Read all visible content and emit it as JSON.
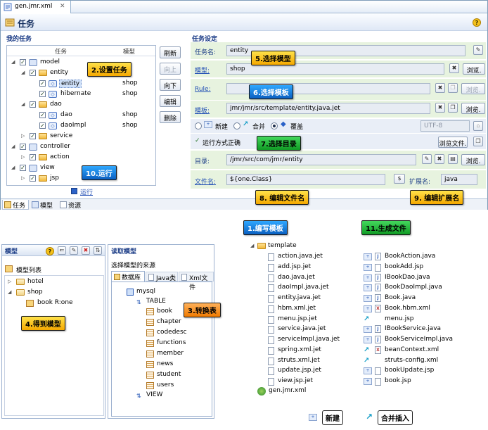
{
  "editor": {
    "tab_title": "gen.jmr.xml",
    "title": "任务",
    "left_section": "我的任务",
    "right_section": "任务设定",
    "help": "?"
  },
  "task_tree": {
    "col_task": "任务",
    "col_model": "模型",
    "rows": [
      {
        "label": "model",
        "model": ""
      },
      {
        "label": "entity",
        "model": ""
      },
      {
        "label": "entity",
        "model": "shop"
      },
      {
        "label": "hibernate",
        "model": "shop"
      },
      {
        "label": "dao",
        "model": ""
      },
      {
        "label": "dao",
        "model": "shop"
      },
      {
        "label": "daoImpl",
        "model": "shop"
      },
      {
        "label": "service",
        "model": ""
      },
      {
        "label": "controller",
        "model": ""
      },
      {
        "label": "action",
        "model": ""
      },
      {
        "label": "view",
        "model": ""
      },
      {
        "label": "jsp",
        "model": ""
      }
    ],
    "check": "✓"
  },
  "task_buttons": {
    "refresh": "刷新",
    "up": "向上",
    "down": "向下",
    "edit": "编辑",
    "delete": "删除"
  },
  "run_link": "运行",
  "settings": {
    "task_name_label": "任务名:",
    "task_name_value": "entity",
    "model_label": "模型:",
    "model_value": "shop",
    "browse": "浏览.",
    "rule_label": "Rule:",
    "rule_value": "",
    "template_label": "模板:",
    "template_value": "jmr/jmr/src/template/entity.java.jet",
    "mode_new": "新建",
    "mode_merge": "合并",
    "mode_overwrite": "覆盖",
    "encoding": "UTF-8",
    "run_ok": "运行方式正确",
    "browse_file": "浏览文件.",
    "dir_label": "目录:",
    "dir_value": "/jmr/src/com/jmr/entity",
    "browse2": "浏览.",
    "filename_label": "文件名:",
    "filename_value": "${one.Class}",
    "ext_label": "扩展名:",
    "ext_value": "java"
  },
  "bottom_tabs": [
    "任务",
    "模型",
    "资源"
  ],
  "callouts": {
    "c1": "1.编写模板",
    "c2": "2.设置任务",
    "c3": "3.转换表",
    "c4": "4.得到模型",
    "c5": "5.选择模型",
    "c6": "6.选择模板",
    "c7": "7.选择目录",
    "c8": "8. 编辑文件名",
    "c9": "9. 编辑扩展名",
    "c10": "10.运行",
    "c11": "11.生成文件"
  },
  "model_panel": {
    "title": "模型",
    "list_title": "模型列表",
    "items": [
      "hotel",
      "shop",
      "book R:one"
    ]
  },
  "read_panel": {
    "title": "读取模型",
    "subtitle": "选择模型的来源",
    "tabs": [
      "数据库",
      "Java类",
      "Xml文件"
    ],
    "db": "mysql",
    "table_group": "TABLE",
    "tables": [
      "book",
      "chapter",
      "codedesc",
      "functions",
      "member",
      "news",
      "student",
      "users"
    ],
    "view_group": "VIEW"
  },
  "templates": {
    "folder": "template",
    "files": [
      "action.java.jet",
      "add.jsp.jet",
      "dao.java.jet",
      "daoImpl.java.jet",
      "entity.java.jet",
      "hbm.xml.jet",
      "menu.jsp.jet",
      "service.java.jet",
      "serviceImpl.java.jet",
      "spring.xml.jet",
      "struts.xml.jet",
      "update.jsp.jet",
      "view.jsp.jet"
    ],
    "gen_file": "gen.jmr.xml"
  },
  "generated": {
    "files": [
      {
        "name": "BookAction.java",
        "type": "new"
      },
      {
        "name": "bookAdd.jsp",
        "type": "new"
      },
      {
        "name": "IBookDao.java",
        "type": "new"
      },
      {
        "name": "BookDaoImpl.java",
        "type": "new"
      },
      {
        "name": "Book.java",
        "type": "new"
      },
      {
        "name": "Book.hbm.xml",
        "type": "new"
      },
      {
        "name": "menu.jsp",
        "type": "merge"
      },
      {
        "name": "IBookService.java",
        "type": "new"
      },
      {
        "name": "BookServiceImpl.java",
        "type": "new"
      },
      {
        "name": "beanContext.xml",
        "type": "merge"
      },
      {
        "name": "struts-config.xml",
        "type": "merge"
      },
      {
        "name": "bookUpdate.jsp",
        "type": "new"
      },
      {
        "name": "book.jsp",
        "type": "new"
      }
    ]
  },
  "legend": {
    "new": "新建",
    "merge": "合并插入"
  },
  "colors": {
    "callout_yellow": "#f5a800",
    "callout_blue": "#0a5fc0",
    "callout_green": "#109a24",
    "callout_orange": "#f07a00",
    "band_green": "#e7f3df"
  }
}
